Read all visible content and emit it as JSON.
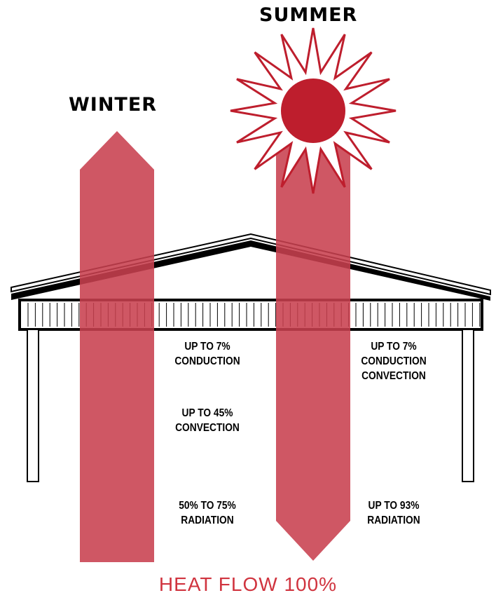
{
  "titles": {
    "winter": "WINTER",
    "summer": "SUMMER"
  },
  "winter_notes": [
    {
      "line1": "UP TO 7%",
      "line2": "CONDUCTION"
    },
    {
      "line1": "UP TO 45%",
      "line2": "CONVECTION"
    },
    {
      "line1": "50% TO 75%",
      "line2": "RADIATION"
    }
  ],
  "summer_notes": [
    {
      "line1": "UP TO 7%",
      "line2": "CONDUCTION",
      "line3": "CONVECTION"
    },
    {
      "line1": "UP TO 93%",
      "line2": "RADIATION"
    }
  ],
  "footer": "HEAT FLOW 100%",
  "colors": {
    "arrow": "#c8404f",
    "sun": "#be1e2d",
    "footer_text": "#d0343f",
    "outline": "#000000"
  },
  "icons": {
    "winter_arrow": "arrow-up-icon",
    "summer_arrow": "arrow-down-icon",
    "sun": "sun-icon"
  }
}
